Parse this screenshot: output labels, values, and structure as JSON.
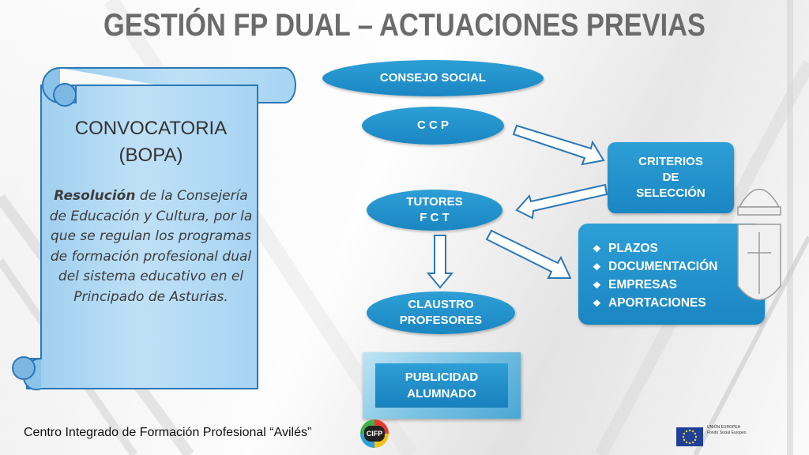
{
  "title": "GESTIÓN FP DUAL – ACTUACIONES PREVIAS",
  "scroll": {
    "heading_line1": "CONVOCATORIA",
    "heading_line2": "(BOPA)",
    "body_bold": "Resolución",
    "body_text": " de la Consejería de Educación y Cultura, por la que se regulan los programas de formación profesional dual del sistema educativo en el Principado de Asturias."
  },
  "nodes": {
    "consejo": "CONSEJO SOCIAL",
    "ccp": "C C P",
    "tutores_line1": "TUTORES",
    "tutores_line2": "F C T",
    "claustro_line1": "CLAUSTRO",
    "claustro_line2": "PROFESORES",
    "criterios_line1": "CRITERIOS",
    "criterios_line2": "DE",
    "criterios_line3": "SELECCIÓN",
    "publicidad_line1": "PUBLICIDAD",
    "publicidad_line2": "ALUMNADO"
  },
  "list_items": [
    "PLAZOS",
    "DOCUMENTACIÓN",
    "EMPRESAS",
    "APORTACIONES"
  ],
  "footer": {
    "text": "Centro Integrado de Formación Profesional “Avilés”",
    "logo_text": "CIFP",
    "eu_line1": "UNIÓN EUROPEA",
    "eu_line2": "Fondo Social Europeo"
  },
  "colors": {
    "node_blue": "#1a86c2",
    "title_gray": "#6b6b6b",
    "scroll_blue": "#a9d4f2"
  },
  "icons": {
    "list_bullet": "diamond-bullet-icon",
    "crest": "coat-of-arms-icon",
    "flag": "eu-flag-icon"
  }
}
